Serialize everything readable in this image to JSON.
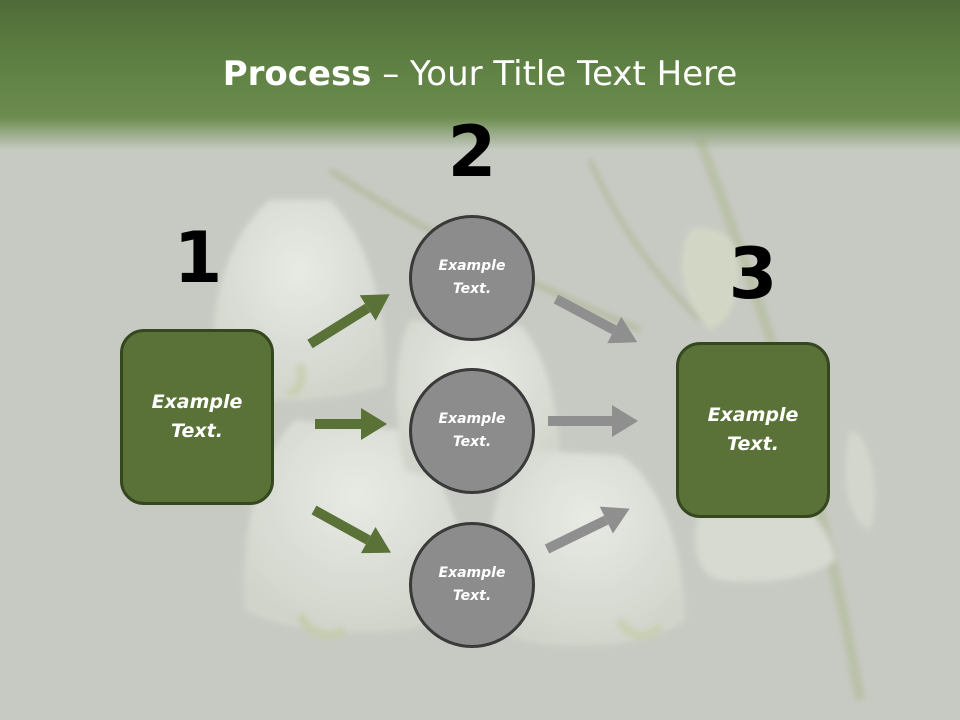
{
  "title": {
    "bold": "Process",
    "rest": " – Your Title Text Here"
  },
  "steps": {
    "one": "1",
    "two": "2",
    "three": "3"
  },
  "left_box": {
    "text": "Example Text."
  },
  "right_box": {
    "text": "Example Text."
  },
  "circles": [
    {
      "text": "Example Text."
    },
    {
      "text": "Example Text."
    },
    {
      "text": "Example Text."
    }
  ],
  "colors": {
    "title_band": "#5c7d41",
    "box_fill": "#5a7237",
    "box_border": "#35471f",
    "circle_fill": "#8c8c8c",
    "circle_border": "#3a3a3a",
    "green_arrow": "#5a7237",
    "gray_arrow": "#8f8f8f"
  }
}
